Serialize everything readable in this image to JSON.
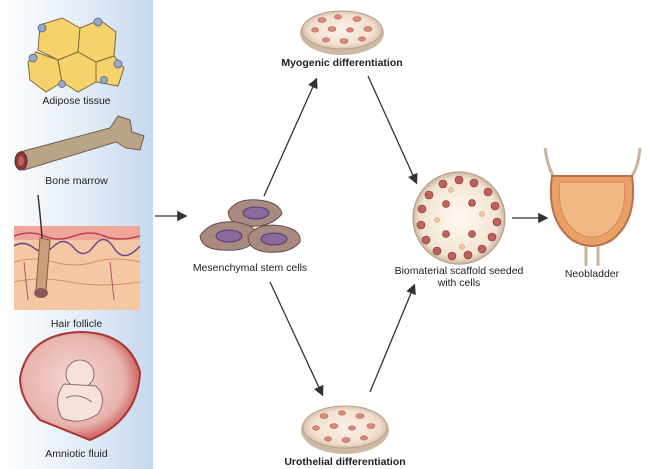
{
  "sources": [
    {
      "label": "Adipose tissue"
    },
    {
      "label": "Bone marrow"
    },
    {
      "label": "Hair follicle"
    },
    {
      "label": "Amniotic fluid"
    }
  ],
  "steps": {
    "stem_cells": "Mesenchymal stem cells",
    "myogenic": "Myogenic differentiation",
    "urothelial": "Urothelial differentiation",
    "scaffold": "Biomaterial scaffold seeded with cells",
    "neobladder": "Neobladder"
  },
  "colors": {
    "panel_gradient_end": "#c6d8ee",
    "adipocyte": "#f6d36a",
    "bone": "#b9a487",
    "skin": "#f4c8a4",
    "cell_purple": "#8a6a9a",
    "cell_brown": "#a98a80",
    "dish_dot": "#d98a78",
    "bladder_orange": "#e8a065",
    "amniotic_red": "#d14b4b",
    "arrow": "#333333"
  }
}
